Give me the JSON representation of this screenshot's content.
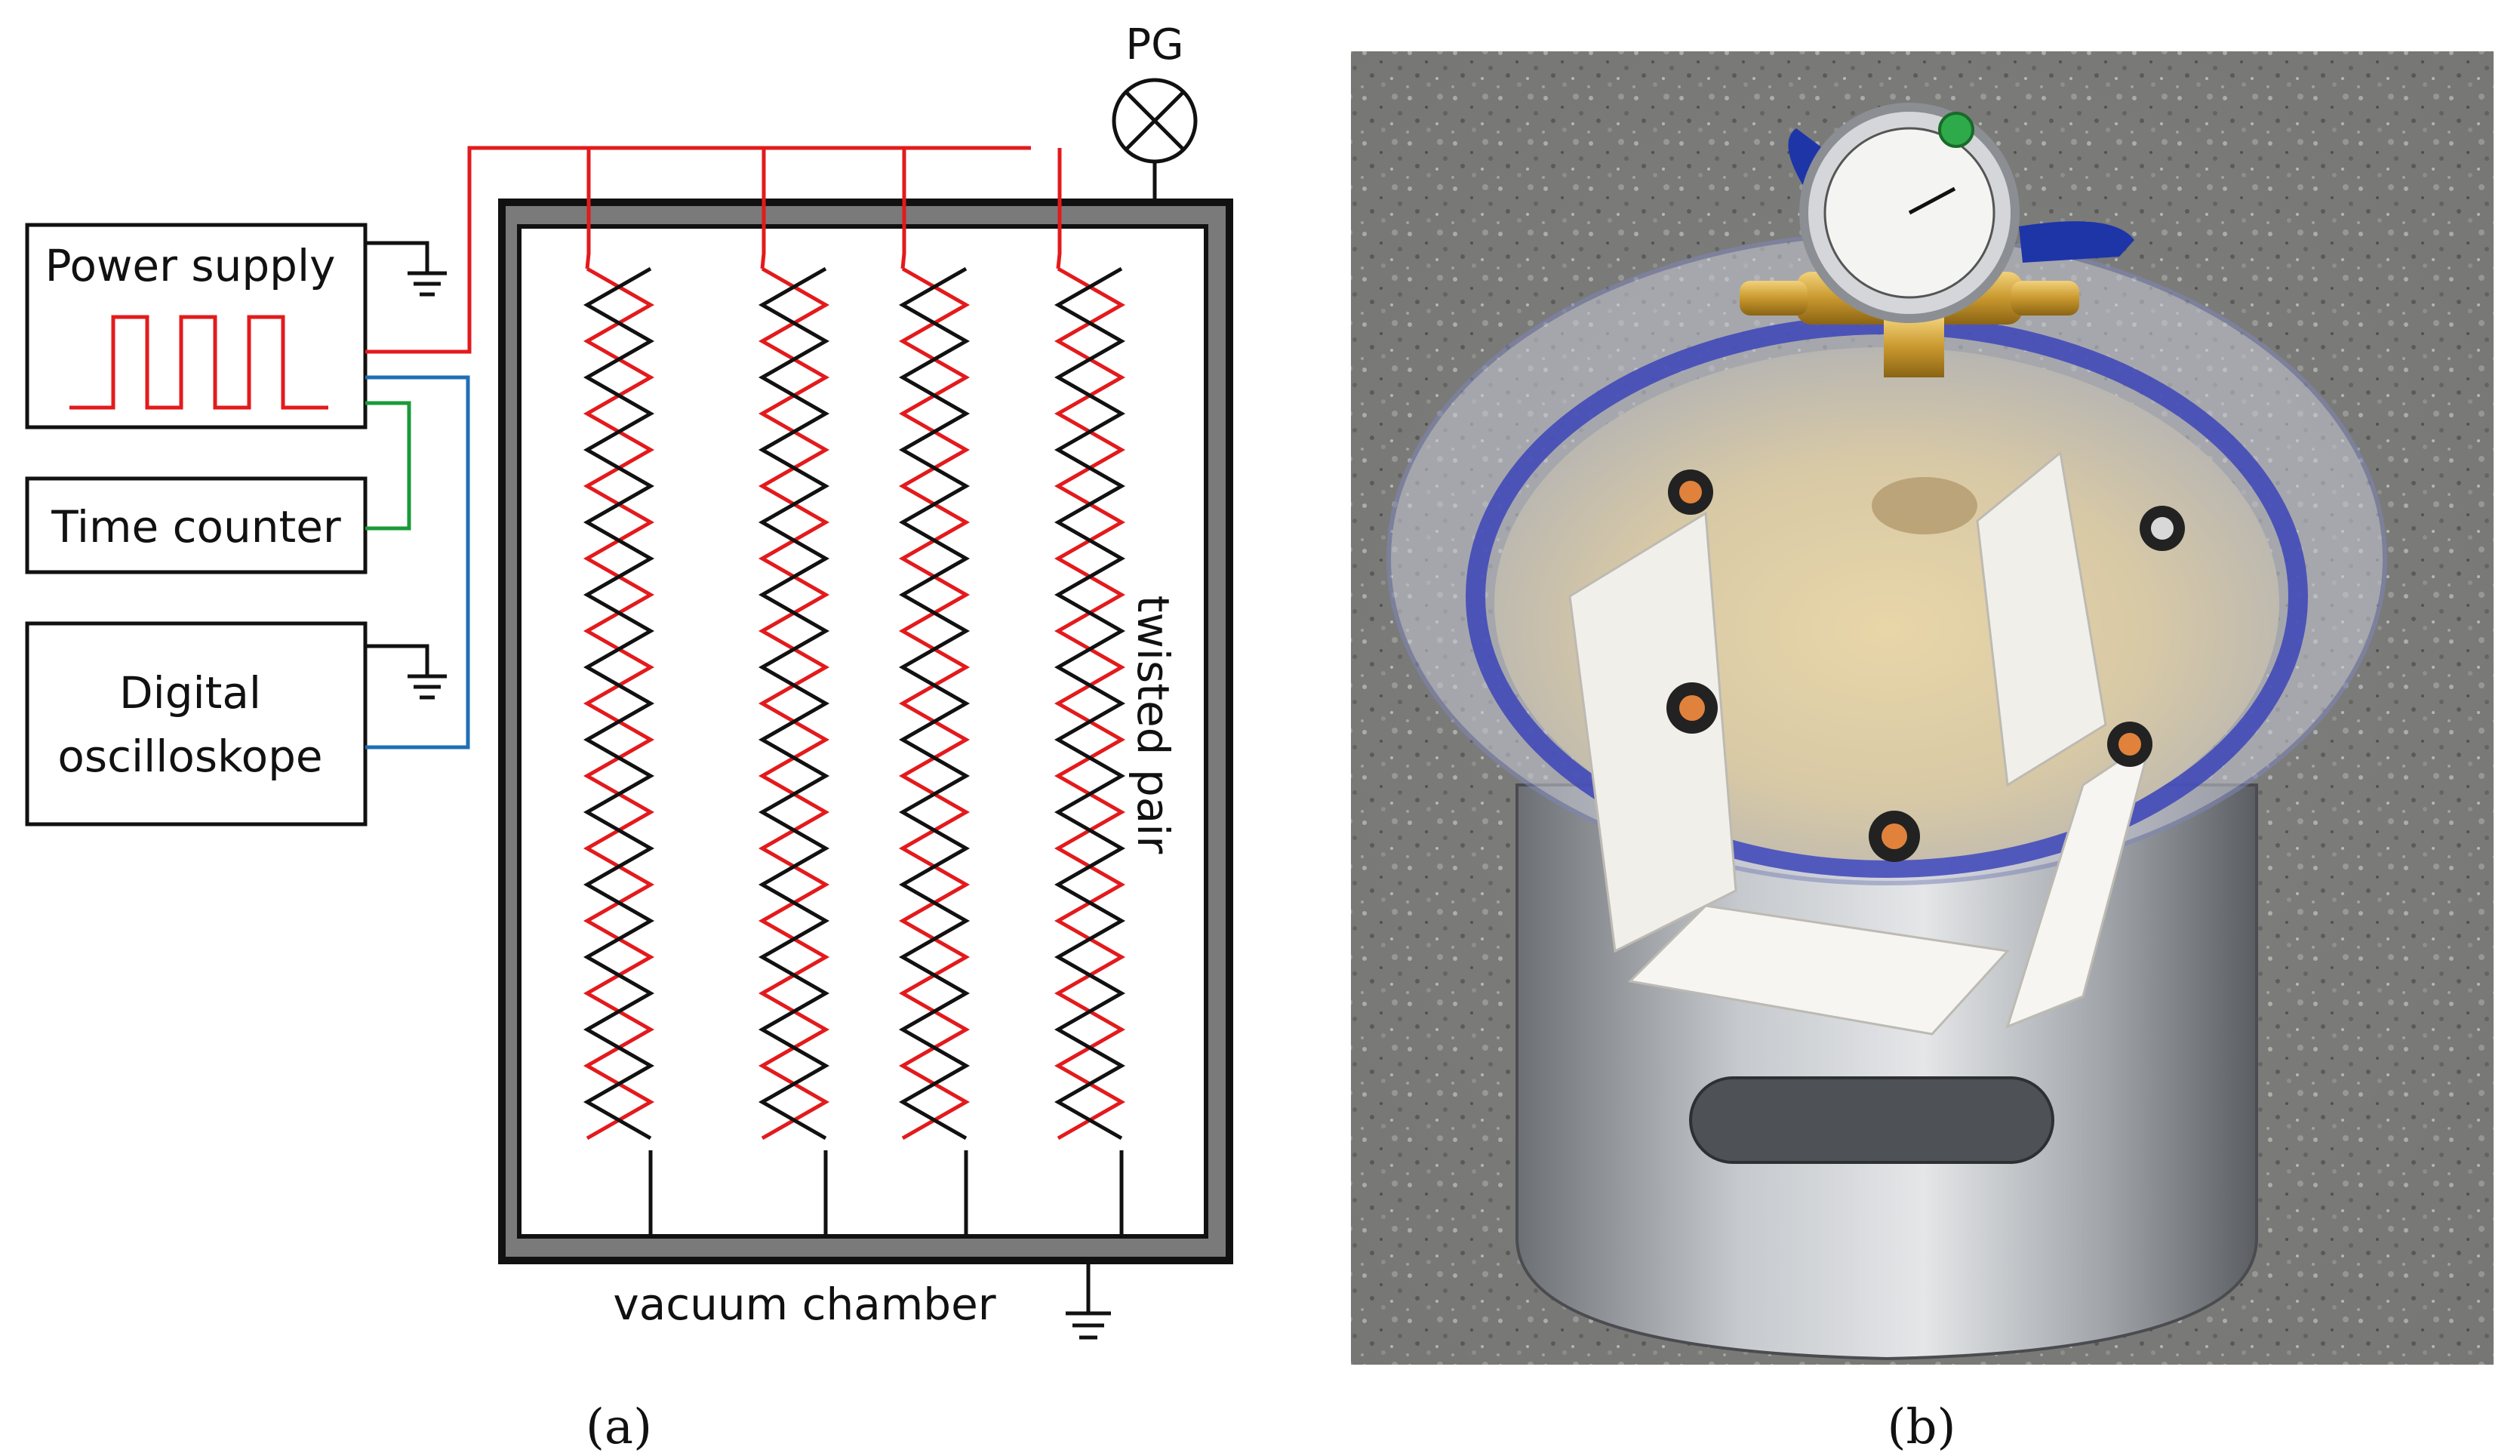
{
  "panel_a": {
    "pg_label": "PG",
    "power_supply": "Power supply",
    "time_counter": "Time counter",
    "oscilloscope_line1": "Digital",
    "oscilloscope_line2": "oscilloskope",
    "twisted_pair": "twisted pair",
    "vacuum_chamber": "vacuum chamber",
    "caption": "(a)"
  },
  "panel_b": {
    "caption": "(b)"
  },
  "colors": {
    "signal": "#e31a1c",
    "return": "#111111",
    "counter_line": "#1a9a3a",
    "scope_line": "#1f6fb4",
    "chamber_wall": "#7a7a7a"
  },
  "twisted_pair_count": 4
}
